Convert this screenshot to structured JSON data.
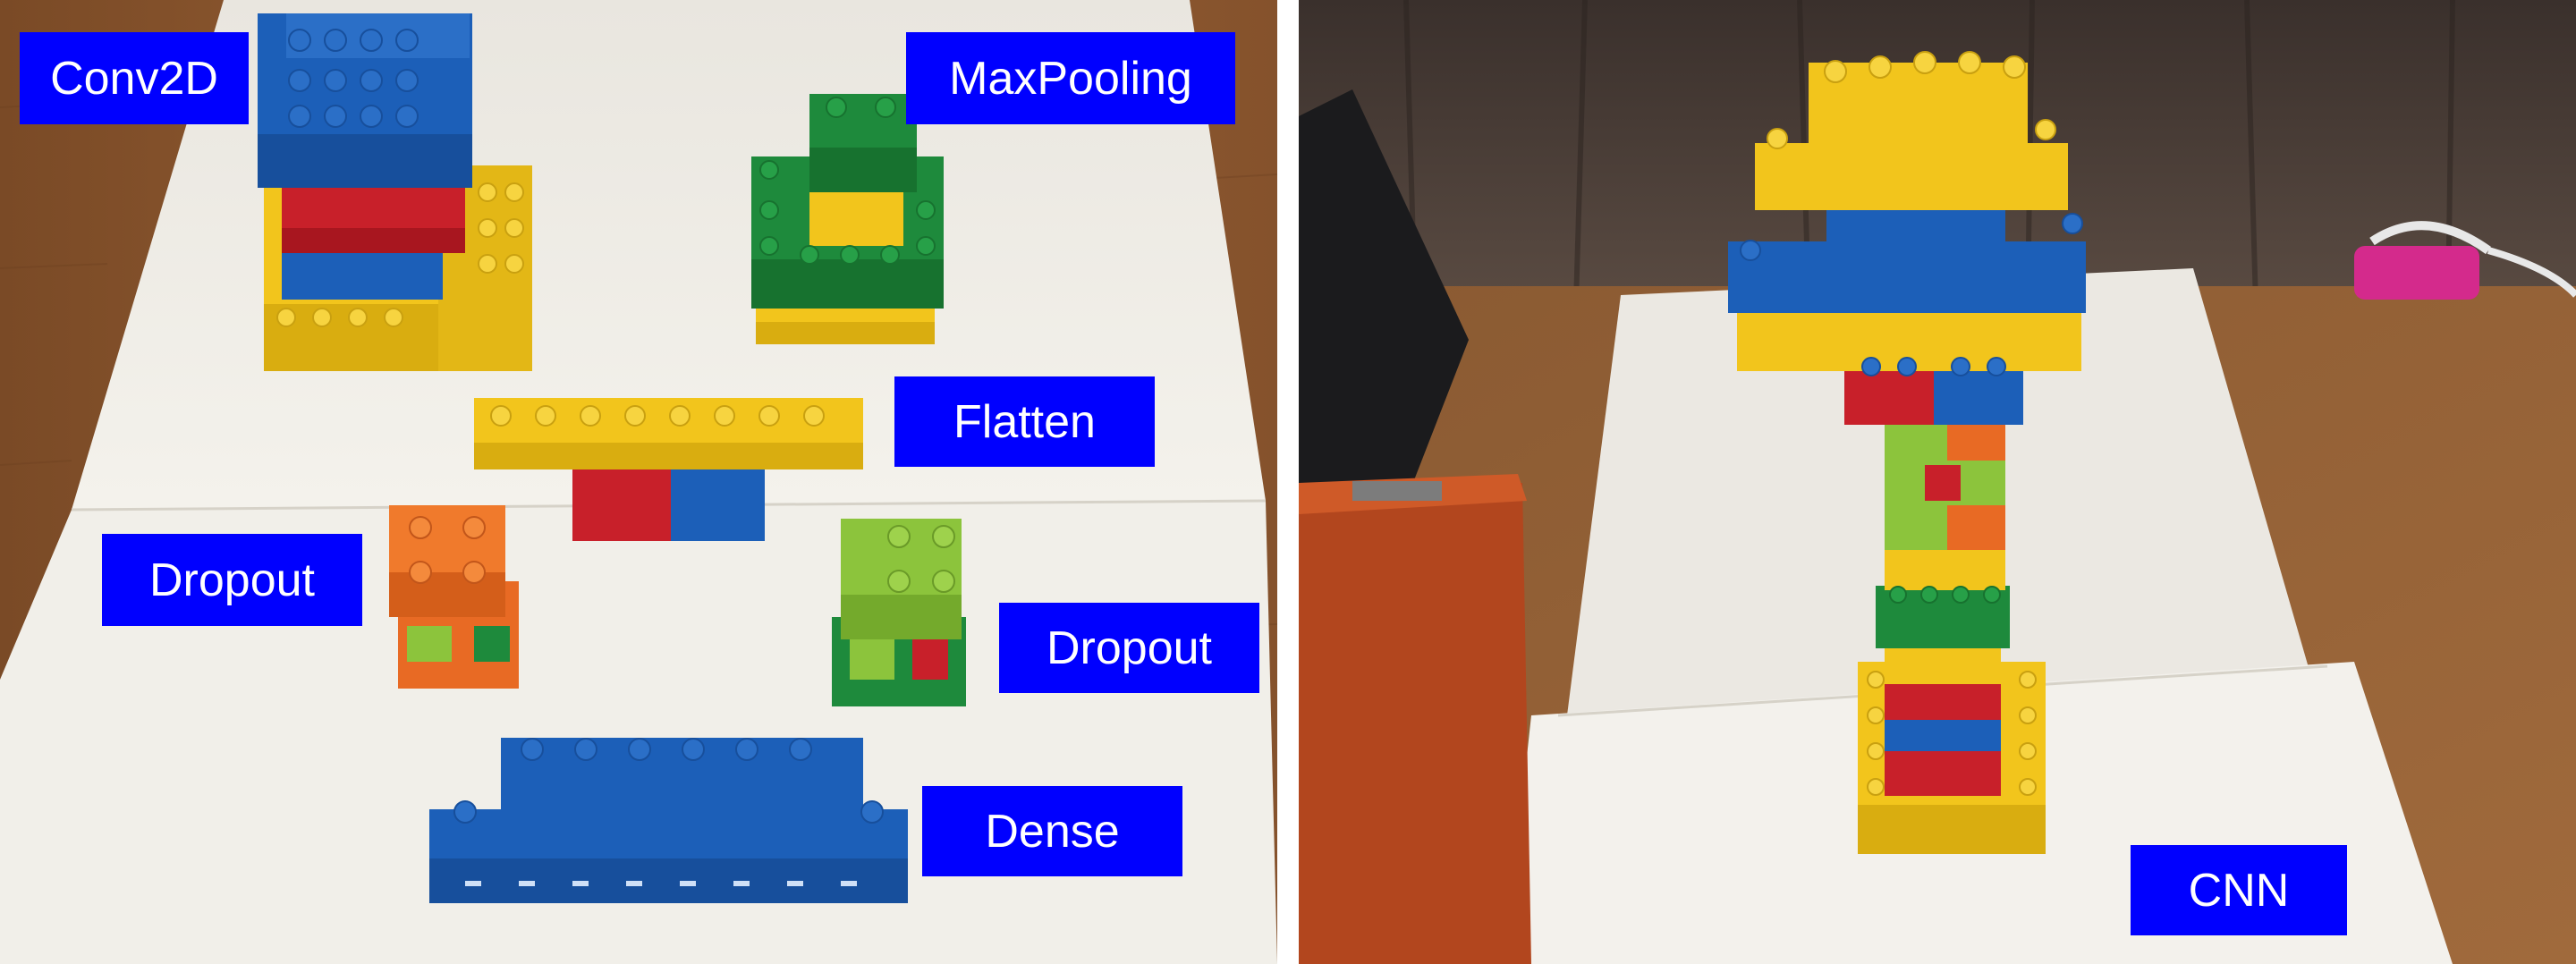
{
  "left_panel": {
    "labels": {
      "conv2d": "Conv2D",
      "maxpooling": "MaxPooling",
      "flatten": "Flatten",
      "dropout_1": "Dropout",
      "dropout_2": "Dropout",
      "dense": "Dense"
    }
  },
  "right_panel": {
    "labels": {
      "cnn": "CNN"
    }
  },
  "colors": {
    "label_background": "#0000ff",
    "label_text": "#ffffff",
    "divider": "#ffffff",
    "brick_blue": "#1c5fb8",
    "brick_yellow": "#f2c51c",
    "brick_red": "#c8202a",
    "brick_green": "#1e8a3c",
    "brick_lime": "#8cc43c",
    "brick_orange": "#e86a24"
  }
}
